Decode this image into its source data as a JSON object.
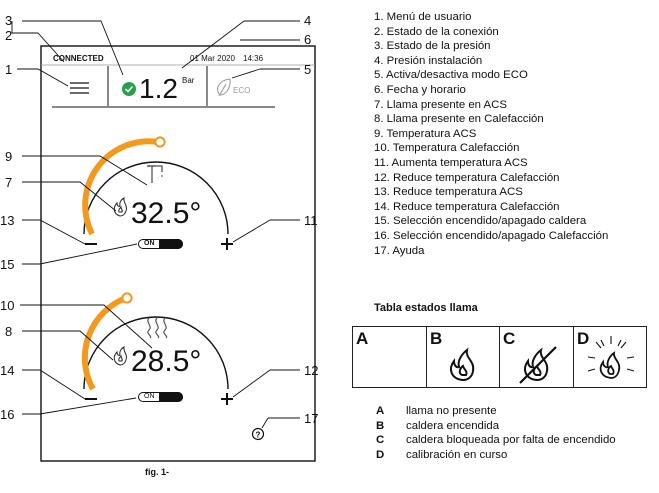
{
  "panel": {
    "connected": "CONNECTED",
    "date": "01 Mar 2020",
    "time": "14:36",
    "pressure": "1.2",
    "pressure_unit": "Bar",
    "eco": "ECO",
    "dhw_temp": "32.5°",
    "ch_temp": "28.5°",
    "toggle_on": "ON",
    "minus": "−",
    "plus": "+"
  },
  "callouts": [
    "1",
    "2",
    "3",
    "4",
    "5",
    "6",
    "7",
    "8",
    "9",
    "10",
    "11",
    "12",
    "13",
    "14",
    "15",
    "16",
    "17"
  ],
  "legend": [
    "1.  Menú de usuario",
    "2.  Estado de la conexión",
    "3.  Estado de la presión",
    "4.  Presión instalación",
    "5.  Activa/desactiva modo ECO",
    "6.  Fecha y horario",
    "7.  Llama presente en ACS",
    "8.  Llama presente en Calefacción",
    "9.  Temperatura ACS",
    "10. Temperatura Calefacción",
    "11. Aumenta temperatura ACS",
    "12. Reduce temperatura Calefacción",
    "13. Reduce temperatura ACS",
    "14. Reduce temperatura Calefacción",
    "15. Selección encendido/apagado caldera",
    "16. Selección encendido/apagado Calefacción",
    "17. Ayuda"
  ],
  "tabla": {
    "title": "Tabla estados llama",
    "cells": [
      "A",
      "B",
      "C",
      "D"
    ],
    "legend": [
      {
        "key": "A",
        "text": "llama no presente"
      },
      {
        "key": "B",
        "text": "caldera encendida"
      },
      {
        "key": "C",
        "text": "caldera bloqueada por falta de encendido"
      },
      {
        "key": "D",
        "text": "calibración en curso"
      }
    ]
  },
  "figure_caption": "fig. 1-",
  "colors": {
    "arc": "#f39a1e",
    "check": "#27a04a",
    "gray": "#999999",
    "line": "#111111"
  }
}
